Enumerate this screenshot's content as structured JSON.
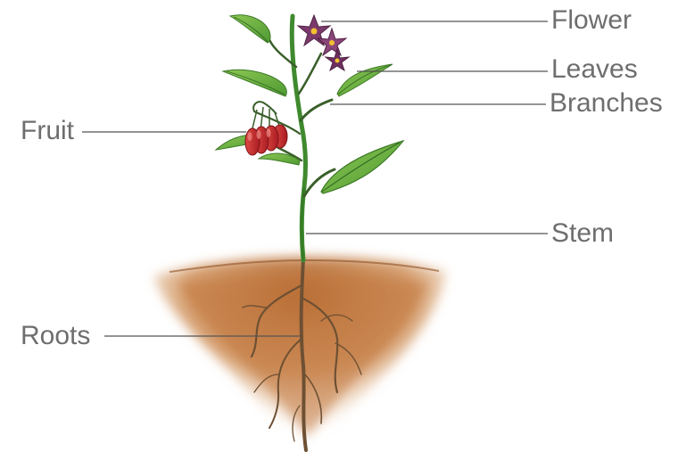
{
  "diagram": {
    "labels": {
      "flower": "Flower",
      "leaves": "Leaves",
      "branches": "Branches",
      "fruit": "Fruit",
      "stem": "Stem",
      "roots": "Roots"
    },
    "colors": {
      "label_text": "#6e6e6e",
      "leader_line": "#555555",
      "leaf_green": "#6db33f",
      "stem_green": "#3f8a2e",
      "fruit_red": "#c8262b",
      "flower_purple": "#7b3a6b",
      "soil_brown": "#b86d34",
      "root_tan": "#7a5a3a"
    }
  }
}
